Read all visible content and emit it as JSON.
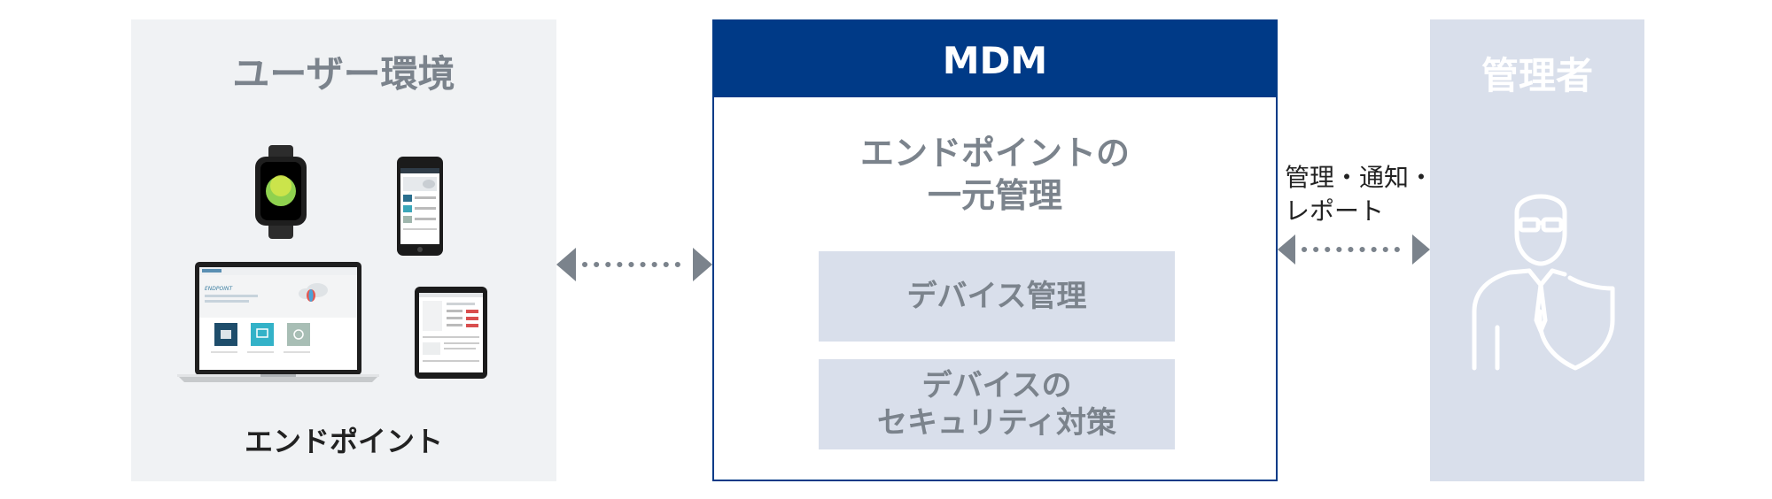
{
  "user_environment": {
    "title": "ユーザー環境",
    "label": "エンドポイント"
  },
  "mdm": {
    "title": "MDM",
    "subtitle_lines": [
      "エンドポイントの",
      "一元管理"
    ],
    "features": [
      {
        "lines": [
          "デバイス管理"
        ]
      },
      {
        "lines": [
          "デバイスの",
          "セキュリティ対策"
        ]
      }
    ]
  },
  "admin": {
    "title": "管理者"
  },
  "relation": {
    "lines": [
      "管理・通知・",
      "レポート"
    ]
  },
  "device_screens": {
    "laptop_heading": "ENDPOINT"
  },
  "colors": {
    "panel_bg": "#f0f2f4",
    "brand_blue": "#003a87",
    "feature_bg": "#d9dfeb",
    "muted_text": "#7b838c",
    "arrow": "#7b838c"
  }
}
